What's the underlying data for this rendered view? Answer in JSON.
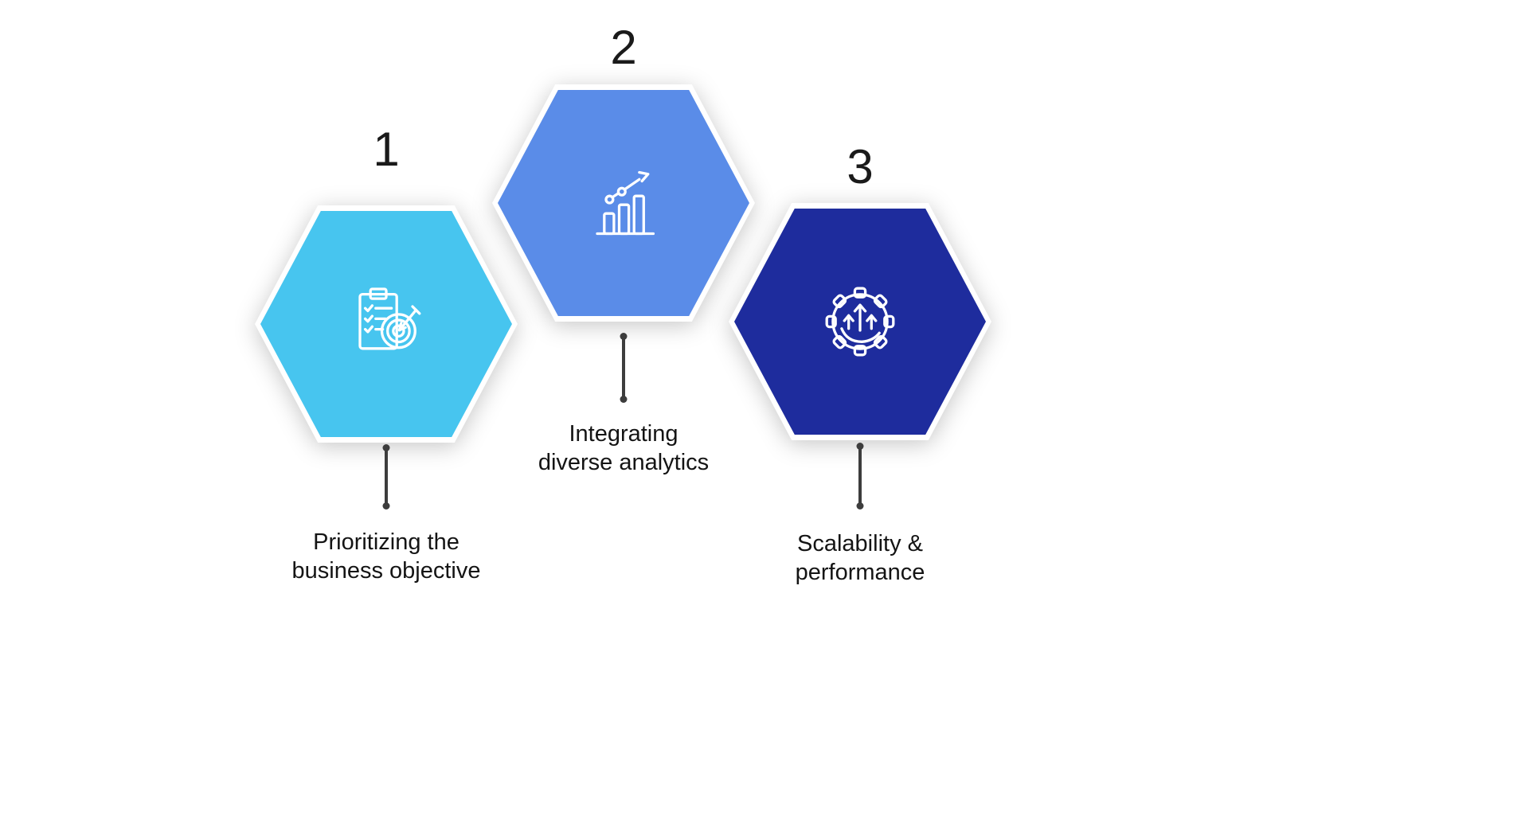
{
  "palette": {
    "background": "#ffffff",
    "hex-border": "#ffffff",
    "connector-color": "#3d3d3d",
    "number-color": "#1a1a1a",
    "label-color": "#141414"
  },
  "steps": [
    {
      "number": "1",
      "label": "Prioritizing the\nbusiness objective",
      "color": "#47C5EF",
      "icon": "clipboard-checklist-target-icon"
    },
    {
      "number": "2",
      "label": "Integrating\ndiverse analytics",
      "color": "#5A8CE8",
      "icon": "growth-bar-chart-icon"
    },
    {
      "number": "3",
      "label": "Scalability &\nperformance",
      "color": "#1E2C9D",
      "icon": "gear-hand-growth-icon"
    }
  ]
}
